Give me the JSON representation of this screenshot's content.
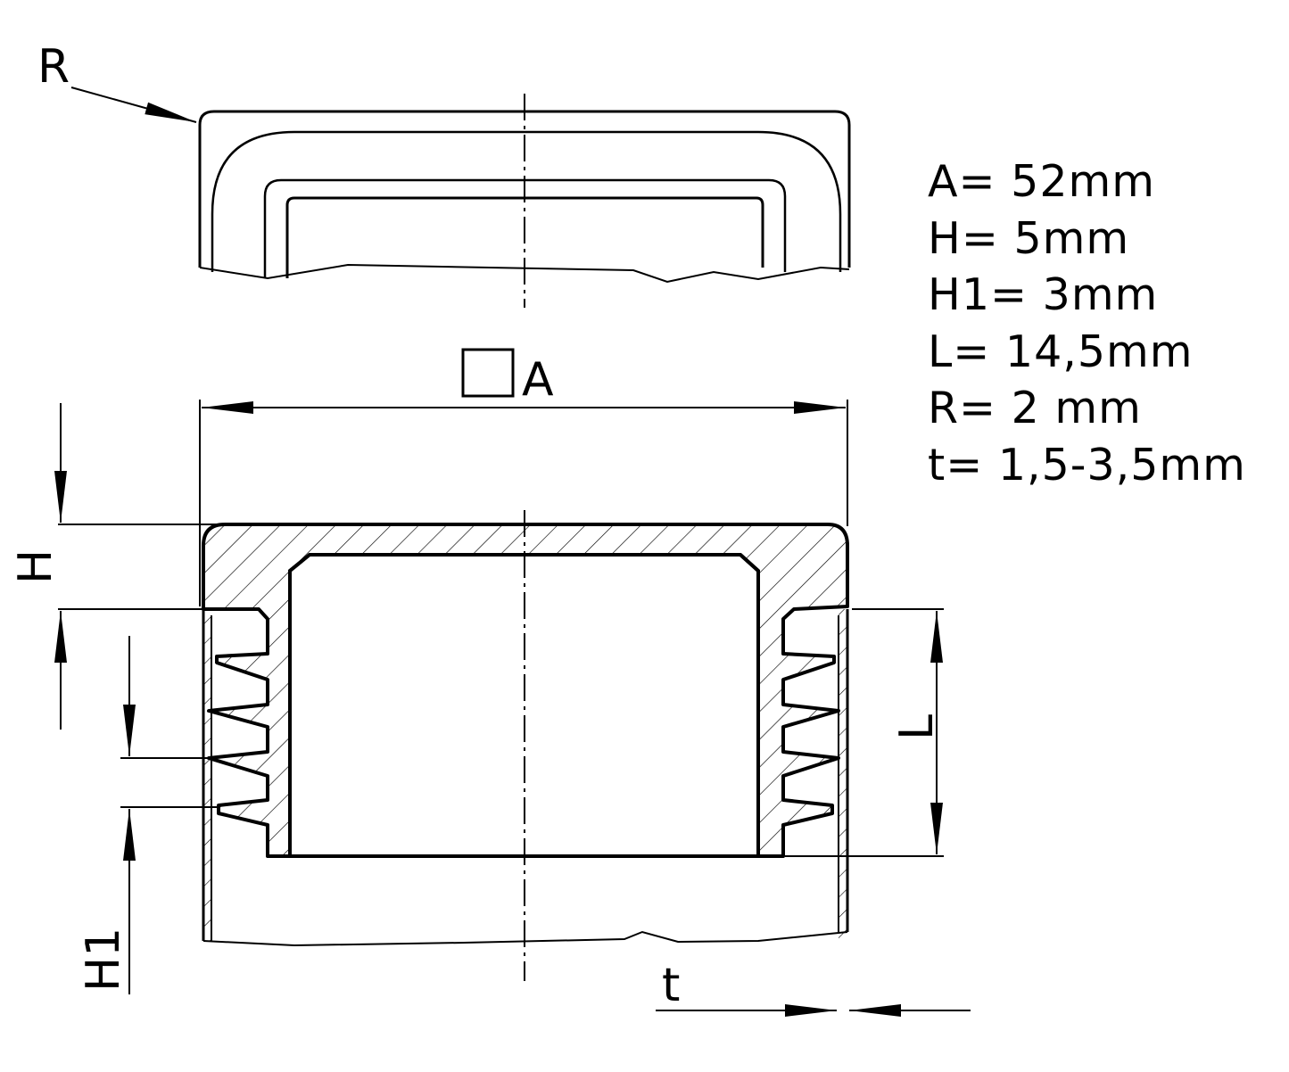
{
  "labels": {
    "radius": "R",
    "square_a": "A",
    "height": "H",
    "height1": "H1",
    "length": "L",
    "thickness": "t"
  },
  "specs": [
    "A= 52mm",
    "H= 5mm",
    "H1= 3mm",
    "L= 14,5mm",
    "R= 2 mm",
    "t= 1,5-3,5mm"
  ],
  "colors": {
    "line": "#000000",
    "background": "#ffffff"
  }
}
